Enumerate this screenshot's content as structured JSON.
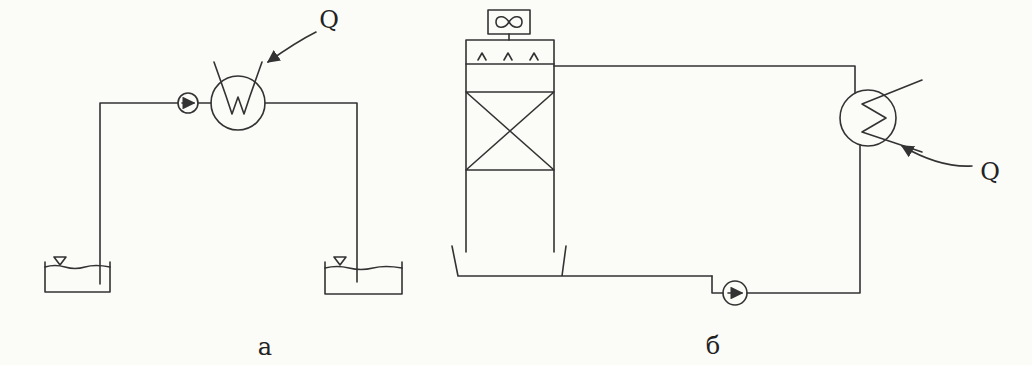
{
  "diagram": {
    "labels": [
      "Q",
      "а",
      "Q",
      "б"
    ]
  }
}
